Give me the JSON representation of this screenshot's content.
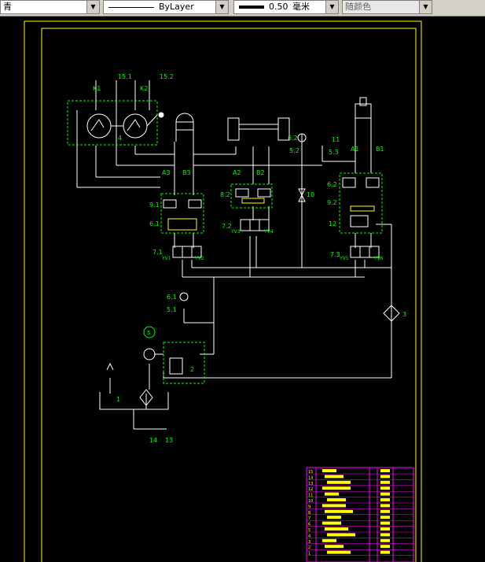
{
  "toolbar": {
    "color_combo": {
      "value": "青"
    },
    "linetype_combo": {
      "value": "ByLayer"
    },
    "lineweight_combo": {
      "value": "0.50",
      "unit": "毫米"
    },
    "plotstyle_combo": {
      "value": "随颜色"
    }
  },
  "drawing": {
    "labels": {
      "k1": "K1",
      "k2": "K2",
      "p151": "15.1",
      "p152": "15.2",
      "n4": "4",
      "a3": "A3",
      "b3": "B3",
      "a2": "A2",
      "b2": "B2",
      "a1": "A1",
      "b1": "B1",
      "v91": "9.1",
      "v61": "6.1",
      "v71": "7.1",
      "v82": "8.2",
      "v72": "7.2",
      "v62": "6.2",
      "v92": "9.2",
      "v12": "12",
      "v73": "7.3",
      "g62": "6.2",
      "s52": "5.2",
      "s11": "11",
      "s53": "5.3",
      "n10": "10",
      "g61": "6.1",
      "s51": "5.1",
      "n3": "3",
      "n2": "2",
      "n1": "1",
      "n14": "14",
      "n13": "13",
      "n5": "5",
      "yv1": "YV1",
      "yv2": "YV2",
      "yv3": "YV3",
      "yv4": "YV4",
      "yv5": "YV5",
      "yv6": "YV6"
    },
    "bom_rows": [
      "15",
      "14",
      "13",
      "12",
      "11",
      "10",
      "9",
      "8",
      "7",
      "6",
      "5",
      "4",
      "3",
      "2",
      "1"
    ]
  },
  "colors": {
    "wire": "#ffffff",
    "component": "#00ff00",
    "frame": "#ffff00",
    "table_border": "#ff00ff",
    "table_text": "#ffff00"
  }
}
